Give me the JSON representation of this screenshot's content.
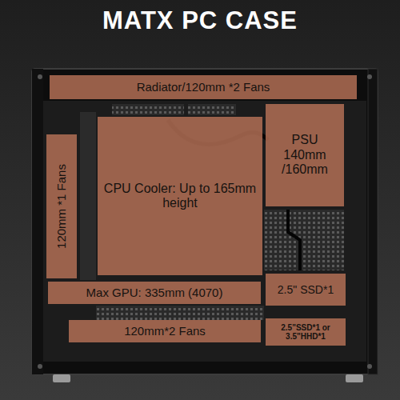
{
  "diagram": {
    "title": "MATX PC CASE",
    "nodes": [
      {
        "text": [
          "Radiator/120mm *2 Fans"
        ]
      },
      {
        "text": [
          "120mm *1 Fans"
        ]
      },
      {
        "text": [
          "CPU Cooler: Up to 165mm height"
        ]
      },
      {
        "text": [
          "PSU 140mm /160mm"
        ]
      },
      {
        "text": [
          "Max GPU: 335mm (4070)"
        ]
      },
      {
        "text": [
          "2.5\" SSD*1"
        ]
      },
      {
        "text": [
          "120mm*2 Fans"
        ]
      },
      {
        "text": [
          "2.5\"SSD*1 or 3.5\"HHD*1"
        ]
      }
    ]
  }
}
